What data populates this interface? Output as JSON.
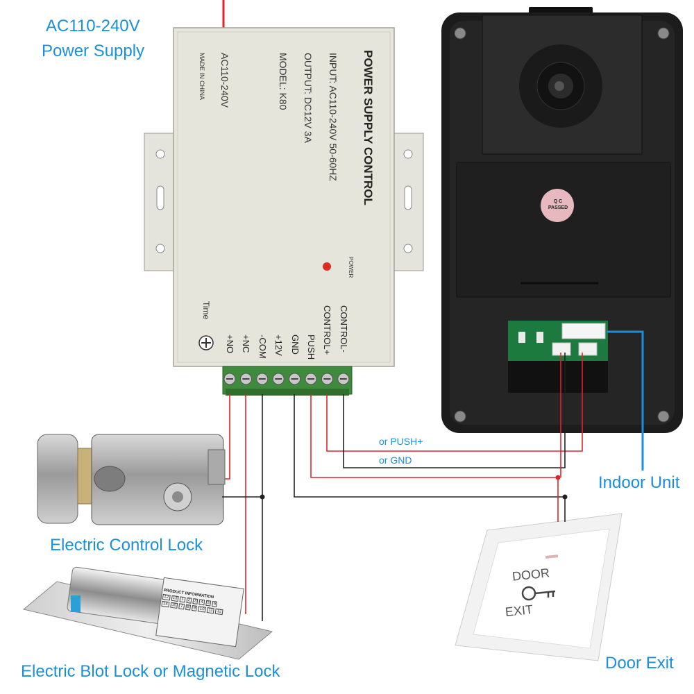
{
  "title_power_supply": [
    "AC110-240V",
    "Power Supply"
  ],
  "power_box": {
    "heading": "POWER SUPPLY CONTROL",
    "input": "INPUT: AC110-240V  50-60HZ",
    "output": "OUTPUT: DC12V  3A",
    "model": "MODEL: K80",
    "voltage": "AC110-240V",
    "made_in": "MADE IN CHINA",
    "power_led_label": "POWER",
    "time_label": "Time",
    "terminals": [
      "+NO",
      "+NC",
      "-COM",
      "+12V",
      "GND",
      "PUSH",
      "CONTROL+",
      "CONTROL-"
    ]
  },
  "indoor_unit": {
    "qc_sticker": [
      "Q C",
      "PASSED"
    ],
    "label": "Indoor Unit"
  },
  "wire_notes": [
    "or PUSH+",
    "or GND"
  ],
  "electric_control_lock": {
    "label": "Electric Control Lock"
  },
  "bolt_lock": {
    "label": "Electric Blot Lock or Magnetic Lock",
    "info_title": "PRODUCT INFORMATION",
    "info_row1": [
      "12",
      "13",
      "1",
      "2",
      "3",
      "4",
      "5",
      "6"
    ],
    "info_row2": [
      "14",
      "15",
      "7",
      "8",
      "9",
      "10",
      "11",
      "12"
    ]
  },
  "door_exit": {
    "button_text": [
      "DOOR",
      "EXIT"
    ],
    "label": "Door Exit"
  },
  "colors": {
    "label_blue": "#1a8fdc",
    "wire_red": "#e0242a",
    "wire_black": "#222222"
  }
}
